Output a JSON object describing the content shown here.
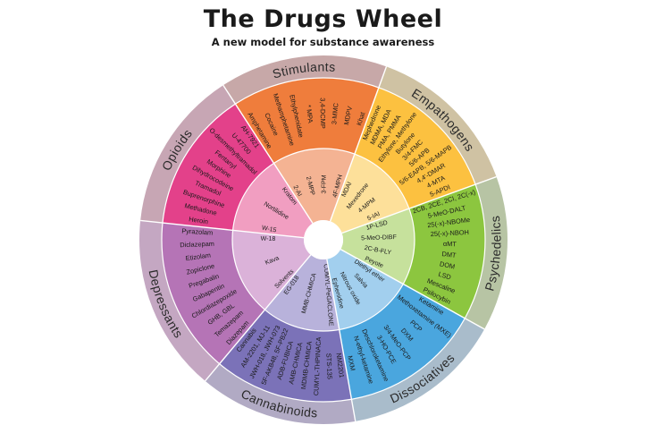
{
  "header": {
    "title": "The Drugs Wheel",
    "subtitle": "A new model for substance awareness"
  },
  "colors": {
    "background": "#ffffff",
    "center": "#ffffff",
    "title": "#1a1a1a"
  },
  "categories": [
    {
      "id": "stimulants",
      "name": "Stimulants",
      "colors": {
        "outer": "#c7a8a8",
        "main": "#ef7d3c",
        "inner": "#f4b393"
      },
      "items": [
        "Amphetamine",
        "Cocaine",
        "Methamphetamine",
        "Ethylphenidate",
        "* MPA",
        "3,4-DCMP",
        "3-MMC",
        "MDPV",
        "Khat"
      ],
      "inner_items": [
        "2-AI",
        "2-MPP",
        "3-FPM",
        "4F-MPH"
      ]
    },
    {
      "id": "empathogens",
      "name": "Empathogens",
      "colors": {
        "outer": "#cfc2a3",
        "main": "#fcc140",
        "inner": "#fde09a"
      },
      "items": [
        "Mephedrone",
        "MDMA, MDA",
        "PMA, PMMA",
        "Ethylone, Methylone",
        "Butylone",
        "3/4-FMC",
        "5/6-APB",
        "5/6-EAPB, 5/6-MAPB",
        "4,4'-DMAR",
        "4-MTA",
        "5-APDI"
      ],
      "inner_items": [
        "MDAI",
        "Mexedrone",
        "4-MPM",
        "5-IAI"
      ]
    },
    {
      "id": "psychedelics",
      "name": "Psychedelics",
      "colors": {
        "outer": "#b7c4a4",
        "main": "#8cc63f",
        "inner": "#c6e19c"
      },
      "items": [
        "2CB, 2CE, 2CI, 2C(-x)",
        "5-MeO-DALT",
        "25(-x)-NBOMe",
        "25(-x)-NBOH",
        "αMT",
        "DMT",
        "DOM",
        "LSD",
        "Mescaline",
        "Psilocybin"
      ],
      "inner_items": [
        "1P-LSD",
        "5-MeO-DIBF",
        "2C-B-FLY",
        "Peyote"
      ]
    },
    {
      "id": "dissociatives",
      "name": "Dissociatives",
      "colors": {
        "outer": "#a9bccb",
        "main": "#4aa6de",
        "inner": "#a2cfee"
      },
      "items": [
        "Ketamine",
        "Methoxetamine (MXE)",
        "PCP",
        "DXM",
        "3/4-MeO-PCP",
        "3-HO-PCE",
        "Deschloroketamine",
        "N-ethyl-ketamine",
        "MXM"
      ],
      "inner_items": [
        "Diethyl ether",
        "Salvia",
        "Nitrous oxide",
        "Ephenidine"
      ]
    },
    {
      "id": "cannabinoids",
      "name": "Cannabinoids",
      "colors": {
        "outer": "#b1aac4",
        "main": "#7b72b8",
        "inner": "#b8b2db"
      },
      "items": [
        "NM2201",
        "STS-135",
        "CUMYL-THPINACA",
        "MDMB-CHMICA",
        "AMB-CHMICA",
        "ADB-FUBICA",
        "5F-AKB48, 5F-PB22",
        "JWH-018, JWH-073",
        "AM-2201, MJ-11",
        "Cannabis"
      ],
      "inner_items": [
        "CUMYL-PeGACLONE",
        "MMB-CHMICA",
        "EG-018"
      ]
    },
    {
      "id": "depressants",
      "name": "Depressants",
      "colors": {
        "outer": "#c4a7c2",
        "main": "#b574b6",
        "inner": "#dbb2d9"
      },
      "items": [
        "Diazepam",
        "Temazepam",
        "GHB, GBL",
        "Chlordiazepoxide",
        "Gabapentin",
        "Pregabalin",
        "Zopiclone",
        "Etizolam",
        "Diclazepam",
        "Pyrazolam"
      ],
      "inner_items": [
        "Solvents",
        "Kava",
        "W-18"
      ]
    },
    {
      "id": "opioids",
      "name": "Opioids",
      "colors": {
        "outer": "#c7a6b4",
        "main": "#e3418a",
        "inner": "#f19ec1"
      },
      "items": [
        "Heroin",
        "Methadone",
        "Buprenorphine",
        "Tramadol",
        "Dihydrocodeine",
        "Morphine",
        "Fentanyl",
        "O-desmethyltramadol",
        "U-47700",
        "AH-7921"
      ],
      "inner_items": [
        "W-15",
        "Nortilidine",
        "Kratom"
      ]
    }
  ]
}
